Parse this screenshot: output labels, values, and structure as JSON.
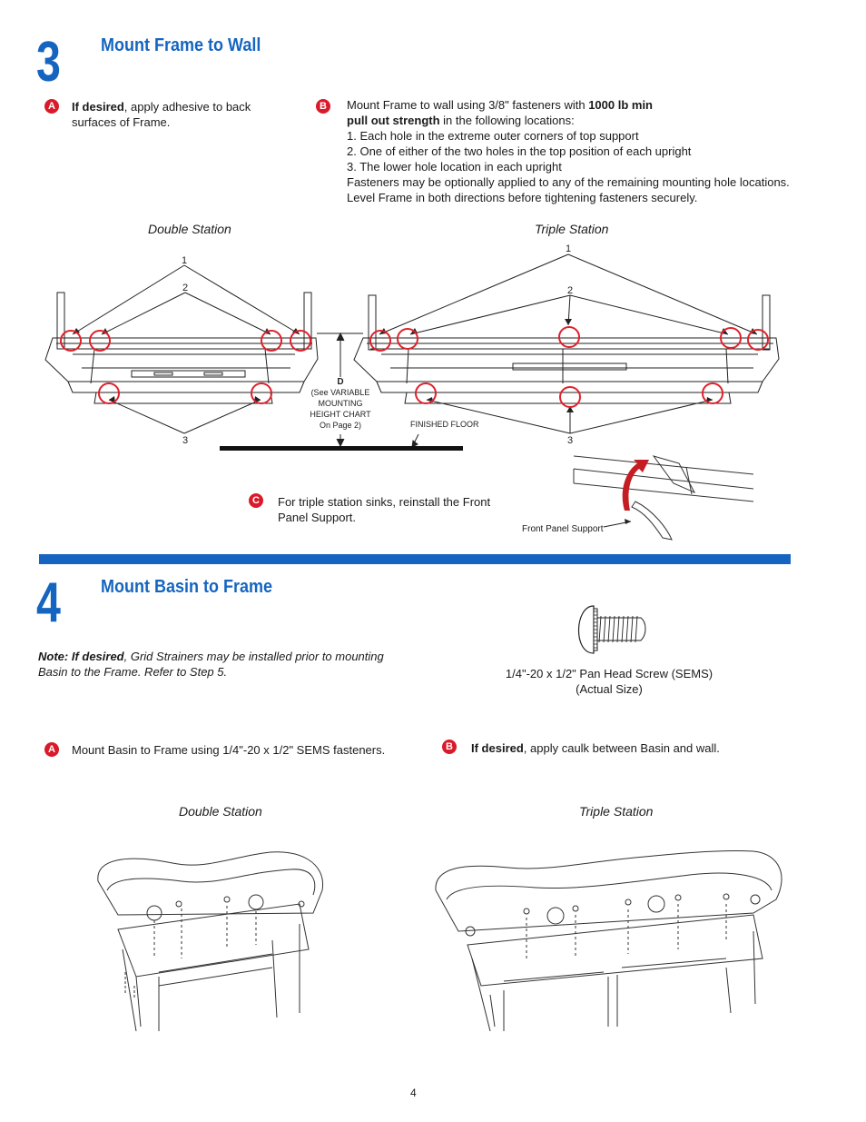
{
  "step3": {
    "number": "3",
    "title": "Mount Frame to Wall",
    "a": {
      "badge": "A",
      "bold": "If desired",
      "text": ", apply adhesive to back surfaces of Frame."
    },
    "b": {
      "badge": "B",
      "pre": "Mount Frame to wall using 3/8\" fasteners with ",
      "bold": "1000 lb min pull out strength",
      "post": " in the following locations:",
      "items": [
        "1.  Each hole in the extreme outer corners of top support",
        "2.  One of either of the two holes in the top position of each upright",
        "3.  The lower hole location in each upright"
      ],
      "extra": [
        "Fasteners may be optionally applied to any of the remaining mounting hole locations.",
        "Level Frame in both directions before tightening fasteners securely."
      ]
    },
    "diagram": {
      "double_caption": "Double Station",
      "triple_caption": "Triple Station",
      "num1": "1",
      "num2": "2",
      "num3": "3",
      "d_label": "D",
      "d_note": [
        "(See VARIABLE",
        "MOUNTING",
        "HEIGHT CHART",
        "On Page 2)"
      ],
      "finished_floor": "FINISHED FLOOR"
    },
    "c": {
      "badge": "C",
      "text": "For triple station sinks, reinstall the Front Panel Support."
    },
    "front_panel_label": "Front Panel Support"
  },
  "step4": {
    "number": "4",
    "title": "Mount Basin to Frame",
    "note_bold": "Note: If desired",
    "note_text": ", Grid Strainers may be installed prior to mounting Basin to the Frame. Refer to Step 5.",
    "screw_caption": "1/4\"-20 x 1/2\" Pan Head Screw (SEMS)",
    "screw_sub": "(Actual Size)",
    "a": {
      "badge": "A",
      "text": "Mount Basin to Frame using 1/4\"-20 x 1/2\" SEMS fasteners."
    },
    "b": {
      "badge": "B",
      "bold": "If desired",
      "text": ", apply caulk between Basin and wall."
    },
    "double_caption": "Double Station",
    "triple_caption": "Triple Station"
  },
  "page_number": "4",
  "colors": {
    "accent": "#1565c0",
    "badge": "#d91a2a",
    "marker": "#e0202a"
  }
}
